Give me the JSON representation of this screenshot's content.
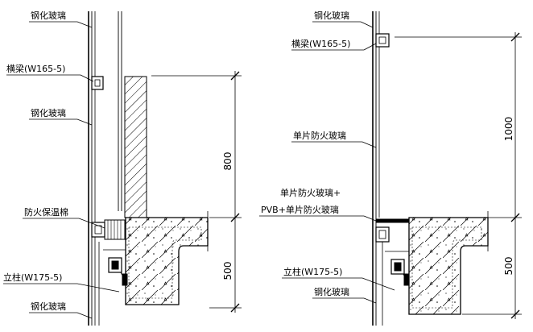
{
  "left": {
    "labels": {
      "glass_top": "钢化玻璃",
      "beam": "横梁(W165-5)",
      "glass_mid": "钢化玻璃",
      "insulation": "防火保温棉",
      "column": "立柱(W175-5)",
      "glass_bottom": "钢化玻璃"
    },
    "dims": {
      "upper": "800",
      "lower": "500"
    }
  },
  "right": {
    "labels": {
      "glass_top": "钢化玻璃",
      "beam": "横梁(W165-5)",
      "fire_glass": "单片防火玻璃",
      "laminated_1": "单片防火玻璃+",
      "laminated_2": "PVB+单片防火玻璃",
      "column": "立柱(W175-5)",
      "glass_bottom": "钢化玻璃"
    },
    "dims": {
      "upper": "1000",
      "lower": "500"
    }
  }
}
